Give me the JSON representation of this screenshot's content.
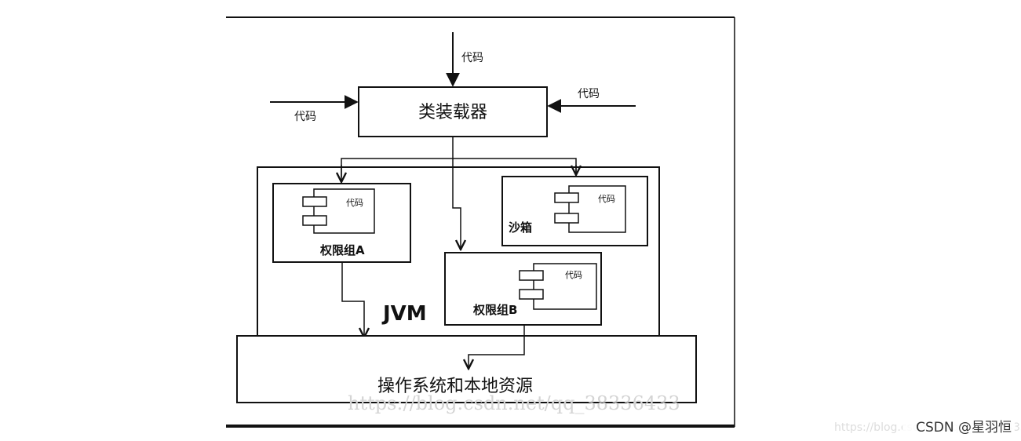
{
  "diagram": {
    "class_loader": "类装载器",
    "code_top": "代码",
    "code_left": "代码",
    "code_right": "代码",
    "group_a": {
      "label": "权限组A",
      "code": "代码"
    },
    "sandbox": {
      "label": "沙箱",
      "code": "代码"
    },
    "group_b": {
      "label": "权限组B",
      "code": "代码"
    },
    "jvm": "JVM",
    "os": "操作系统和本地资源"
  },
  "watermark_url": "https://blog.csdn.net/qq_38336433",
  "footer": {
    "url": "https://blog.csdn.net/qq_38336433",
    "brand": "CSDN @星羽恒"
  }
}
